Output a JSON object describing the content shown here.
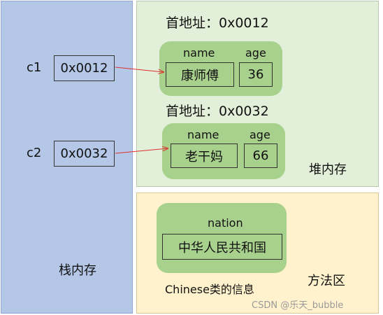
{
  "stack": {
    "label": "栈内存",
    "vars": [
      {
        "name": "c1",
        "value": "0x0012"
      },
      {
        "name": "c2",
        "value": "0x0032"
      }
    ]
  },
  "heap": {
    "label": "堆内存",
    "objects": [
      {
        "address_title": "首地址：0x0012",
        "fields": [
          {
            "name": "name",
            "value": "康师傅"
          },
          {
            "name": "age",
            "value": "36"
          }
        ]
      },
      {
        "address_title": "首地址：0x0032",
        "fields": [
          {
            "name": "name",
            "value": "老干妈"
          },
          {
            "name": "age",
            "value": "66"
          }
        ]
      }
    ]
  },
  "method_area": {
    "label": "方法区",
    "class_info": {
      "field_name": "nation",
      "field_value": "中华人民共和国",
      "caption": "Chinese类的信息"
    }
  },
  "watermark": "CSDN @乐天_bubble",
  "colors": {
    "stack_bg": "#b4c7e7",
    "heap_bg": "#e2efd9",
    "method_bg": "#fff2cc",
    "object_fill": "#a9d18e",
    "arrow": "#e03030"
  }
}
